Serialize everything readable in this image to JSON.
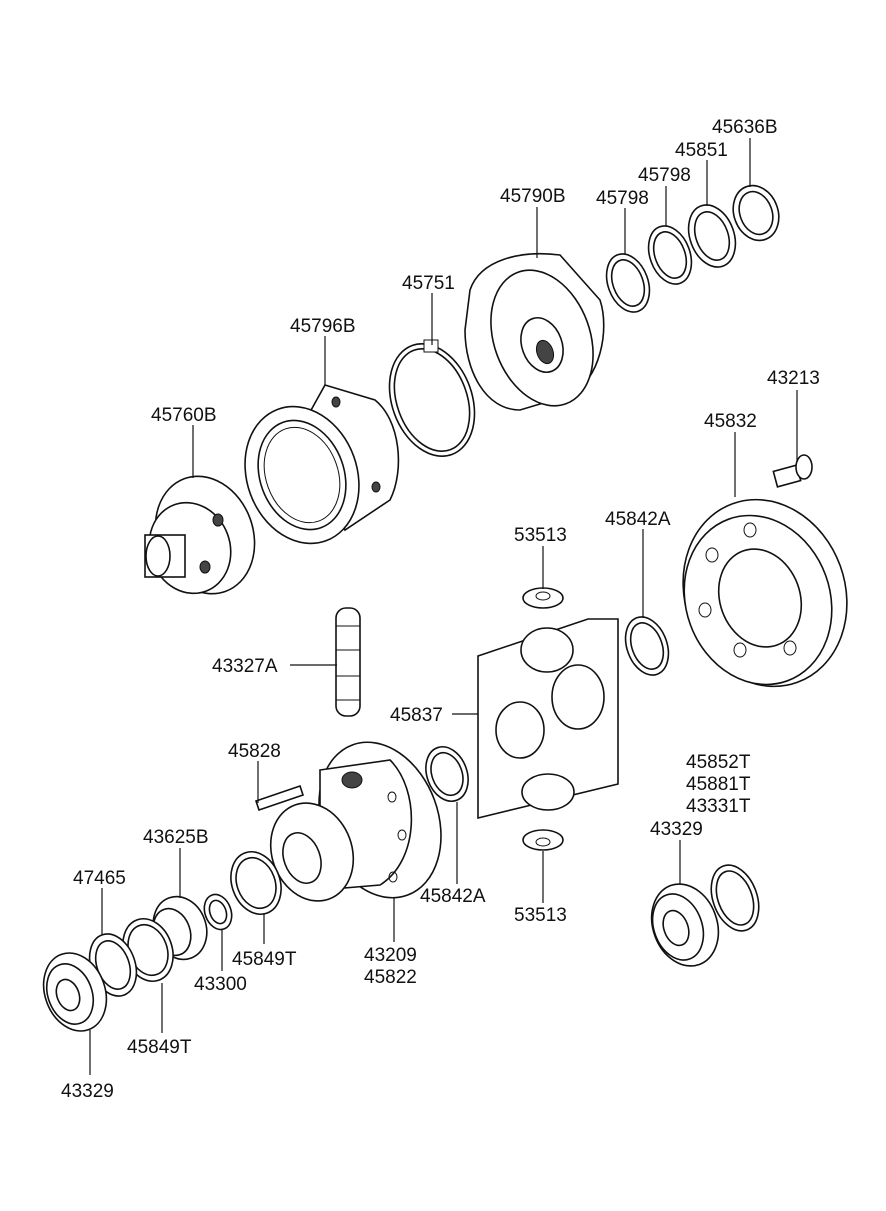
{
  "labels": {
    "p45636B": "45636B",
    "p45851": "45851",
    "p45798_upper": "45798",
    "p45798_lower": "45798",
    "p45790B": "45790B",
    "p45751": "45751",
    "p45796B": "45796B",
    "p43213": "43213",
    "p45760B": "45760B",
    "p45832": "45832",
    "p53513_upper": "53513",
    "p45842A_upper": "45842A",
    "p43327A": "43327A",
    "p45837": "45837",
    "p45828": "45828",
    "p45852T": "45852T",
    "p45881T": "45881T",
    "p43331T": "43331T",
    "p43625B": "43625B",
    "p43329_right": "43329",
    "p47465": "47465",
    "p45842A_lower": "45842A",
    "p53513_lower": "53513",
    "p45849T_right": "45849T",
    "p43209": "43209",
    "p45822": "45822",
    "p43300": "43300",
    "p45849T_left": "45849T",
    "p43329_left": "43329"
  }
}
